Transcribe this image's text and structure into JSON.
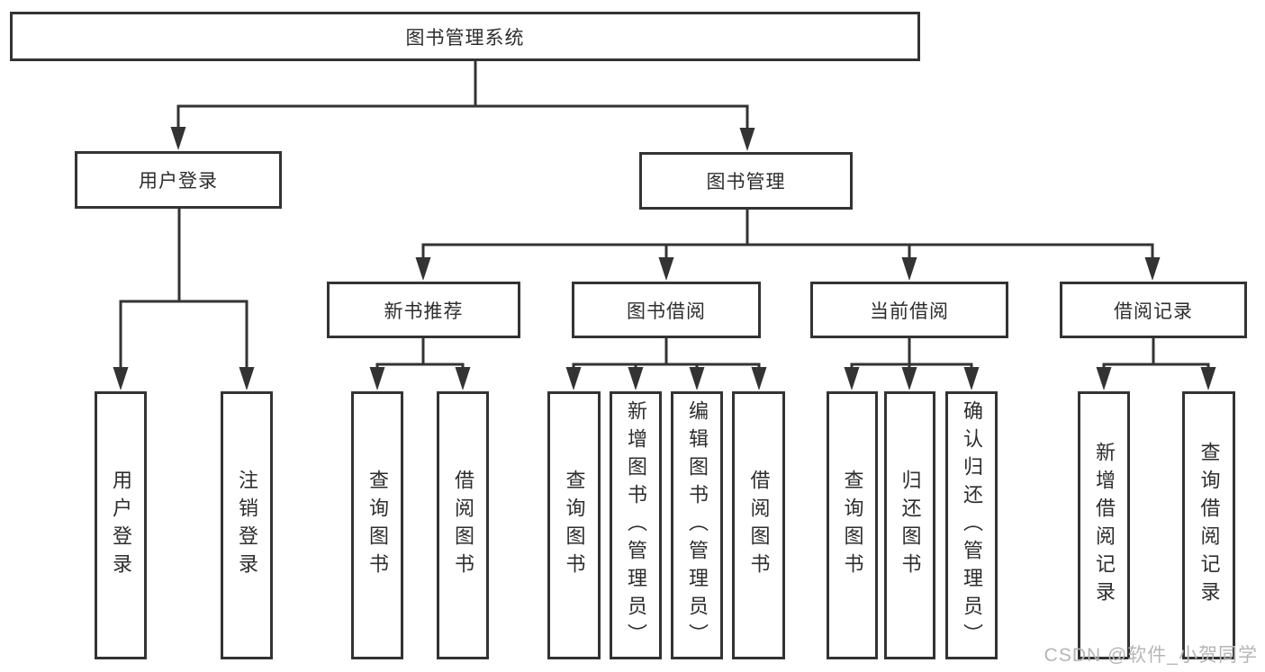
{
  "nodes": {
    "root": "图书管理系统",
    "userLogin": "用户登录",
    "bookManagement": "图书管理",
    "newBookRecommend": "新书推荐",
    "bookBorrow": "图书借阅",
    "currentBorrow": "当前借阅",
    "borrowRecords": "借阅记录",
    "leafUserLogin": "用户登录",
    "leafLogout": "注销登录",
    "leafNbQuery": "查询图书",
    "leafNbBorrow": "借阅图书",
    "leafBbQuery": "查询图书",
    "leafBbAdd": "新增图书（管理员）",
    "leafBbEdit": "编辑图书（管理员）",
    "leafBbBorrow": "借阅图书",
    "leafCbQuery": "查询图书",
    "leafCbReturn": "归还图书",
    "leafCbConfirm": "确认归还（管理员）",
    "leafBrAdd": "新增借阅记录",
    "leafBrQuery": "查询借阅记录"
  },
  "watermark": "CSDN @软件_小贺同学",
  "colors": {
    "line": "#333333",
    "box_border": "#333333",
    "text": "#2d2d2d",
    "watermark": "#b4b6b8",
    "background": "#ffffff"
  }
}
